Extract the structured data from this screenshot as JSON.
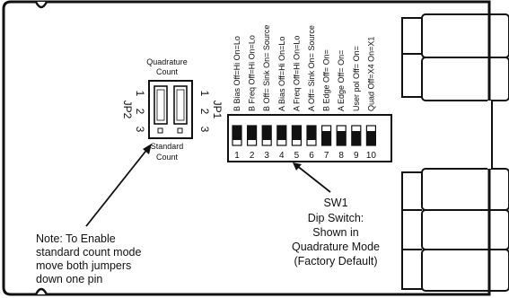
{
  "jumper_block": {
    "top_label_line1": "Quadrature",
    "top_label_line2": "Count",
    "bottom_label_line1": "Standard",
    "bottom_label_line2": "Count",
    "jp1_label": "JP1",
    "jp2_label": "JP2",
    "pin_numbers": [
      "1",
      "2",
      "3"
    ]
  },
  "switch_labels": [
    "B Bias Off=Hi  On=Lo",
    "B Freq Off=Hi  On=Lo",
    "B Off= Sink  On= Source",
    "A Bias Off=Hi  On=Lo",
    "A Freq Off=Hi  On=Lo",
    "A Off= Sink  On= Source",
    "B Edge Off=  On=",
    "A Edge Off=  On=",
    "User pol Off=   On=",
    "Quad Off=X4  On=X1"
  ],
  "switch_numbers": [
    "1",
    "2",
    "3",
    "4",
    "5",
    "6",
    "7",
    "8",
    "9",
    "10"
  ],
  "switch_positions_on": [
    true,
    true,
    true,
    true,
    true,
    true,
    false,
    false,
    false,
    false
  ],
  "sw1_caption": {
    "line1": "SW1",
    "line2": "Dip Switch:",
    "line3": "Shown in",
    "line4": "Quadrature Mode",
    "line5": "(Factory Default)"
  },
  "note": {
    "line1": "Note: To Enable",
    "line2": "standard count mode",
    "line3": "move both jumpers",
    "line4": "down one pin"
  }
}
